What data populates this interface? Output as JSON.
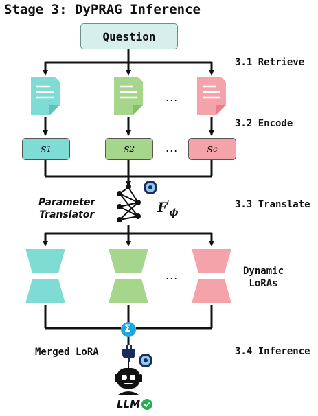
{
  "title": "Stage 3: DyPRAG Inference",
  "question": "Question",
  "steps": {
    "retrieve": "3.1 Retrieve",
    "encode": "3.2 Encode",
    "translate": "3.3 Translate",
    "inference": "3.4 Inference"
  },
  "ellipsis": "...",
  "encodings": [
    {
      "letter": "s",
      "sub": "1",
      "color": "#7fdcd4"
    },
    {
      "letter": "s",
      "sub": "2",
      "color": "#a5d68b"
    },
    {
      "letter": "s",
      "sub": "c",
      "color": "#f5a3aa"
    }
  ],
  "translator": {
    "label_line1": "Parameter",
    "label_line2": "Translator",
    "symbol": "F",
    "symbol_sup": "′",
    "symbol_sub": "ϕ"
  },
  "dynamic_loras": {
    "line1": "Dynamic",
    "line2": "LoRAs"
  },
  "sigma": "Σ",
  "merged_lora": "Merged LoRA",
  "llm": "LLM",
  "colors": {
    "teal": "#7fdcd4",
    "green": "#a5d68b",
    "pink": "#f5a3aa",
    "question_fill": "#d7efec",
    "sigma_blue": "#1ea7e0",
    "check_green": "#22b14c"
  }
}
